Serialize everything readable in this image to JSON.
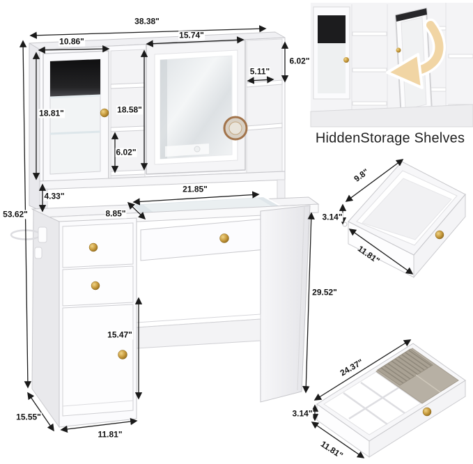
{
  "main_unit": {
    "dimensions": {
      "overall_width": "38.38\"",
      "left_cabinet_width": "10.86\"",
      "mirror_width": "15.74\"",
      "right_top_height": "6.02\"",
      "right_shelf_depth": "5.11\"",
      "left_cabinet_height": "18.81\"",
      "mid_shelf_height": "18.58\"",
      "mid_lower_height": "6.02\"",
      "open_shelf_height": "4.33\"",
      "overall_height": "53.62\"",
      "glass_top_width": "21.85\"",
      "glass_top_depth": "8.85\"",
      "door_height": "15.47\"",
      "desk_height": "29.52\"",
      "overall_depth": "15.55\"",
      "pedestal_width": "11.81\""
    }
  },
  "details": {
    "hidden_storage": {
      "caption": "HiddenStorage Shelves"
    },
    "top_drawer": {
      "width": "9.8\"",
      "height": "3.14\"",
      "depth": "11.81\""
    },
    "organizer_drawer": {
      "length": "24.37\"",
      "height": "3.14\"",
      "depth": "11.81\""
    }
  },
  "colors": {
    "dimension_line": "#1a1a1a",
    "furniture_white": "#fbfbfd",
    "knob_gold": "#c79a3c",
    "arrow_tan": "#f1d5a4",
    "felt_gray": "#b7b0a4",
    "dark_glass": "#1b1b1d"
  }
}
